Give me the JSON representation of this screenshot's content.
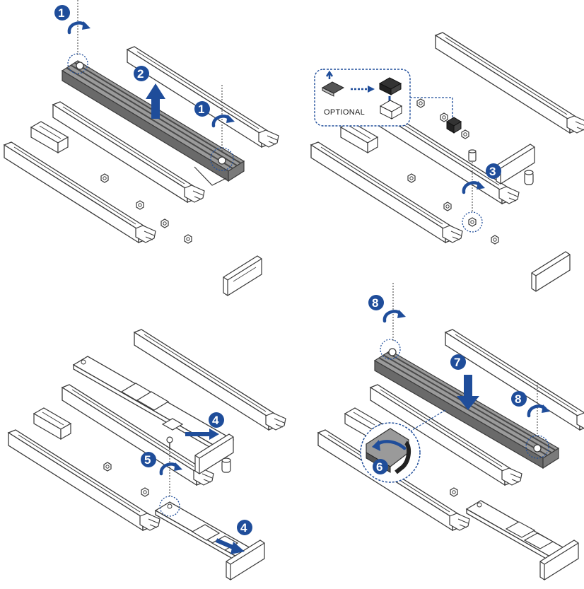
{
  "colors": {
    "step_badge": "#1f4d9a",
    "arrow": "#1f4d9a",
    "outline": "#3a3a3a",
    "slot_fill": "#ffffff",
    "heatsink_dark": "#5f5f5f",
    "heatsink_light": "#8c8c8c",
    "pad_grey": "#b8b8b8",
    "dotted_callout": "#1f4d9a"
  },
  "panels": [
    {
      "name": "top-left",
      "steps": [
        "1",
        "2",
        "1"
      ]
    },
    {
      "name": "top-right",
      "steps": [
        "3"
      ],
      "callout_label": "OPTIONAL"
    },
    {
      "name": "bottom-left",
      "steps": [
        "4",
        "5",
        "4"
      ]
    },
    {
      "name": "bottom-right",
      "steps": [
        "8",
        "7",
        "8",
        "6"
      ]
    }
  ],
  "icons": [
    "rotate-arrow-icon",
    "push-arrow-icon",
    "screw-icon",
    "standoff-icon",
    "ssd-module-icon",
    "heatsink-icon",
    "thermal-pad-icon"
  ]
}
